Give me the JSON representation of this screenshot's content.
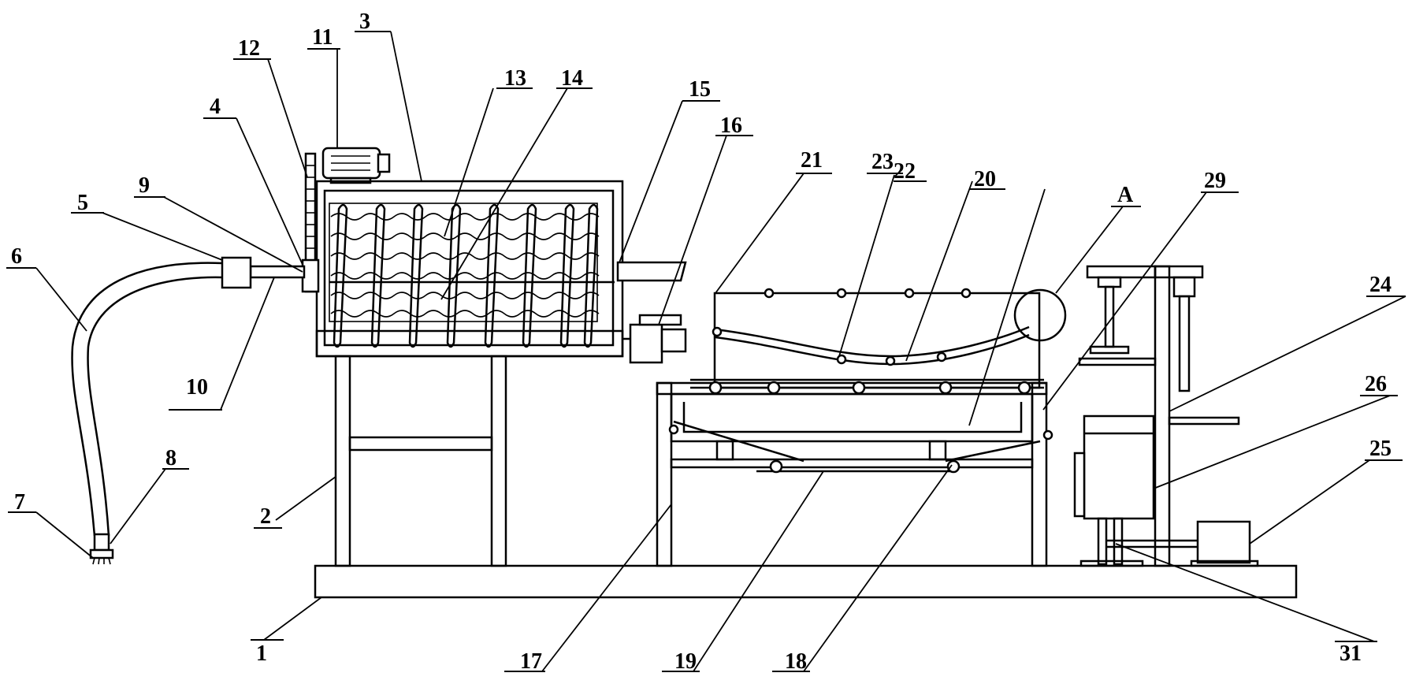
{
  "labels": {
    "l1": "1",
    "l2": "2",
    "l3": "3",
    "l4": "4",
    "l5": "5",
    "l6": "6",
    "l7": "7",
    "l8": "8",
    "l9": "9",
    "l10": "10",
    "l11": "11",
    "l12": "12",
    "l13": "13",
    "l14": "14",
    "l15": "15",
    "l16": "16",
    "l17": "17",
    "l18": "18",
    "l19": "19",
    "l20": "20",
    "l21": "21",
    "l22": "22",
    "l23": "23",
    "l24": "24",
    "l25": "25",
    "l26": "26",
    "l29": "29",
    "l31": "31",
    "lA": "A"
  },
  "colors": {
    "line": "#000000",
    "background": "#ffffff"
  }
}
